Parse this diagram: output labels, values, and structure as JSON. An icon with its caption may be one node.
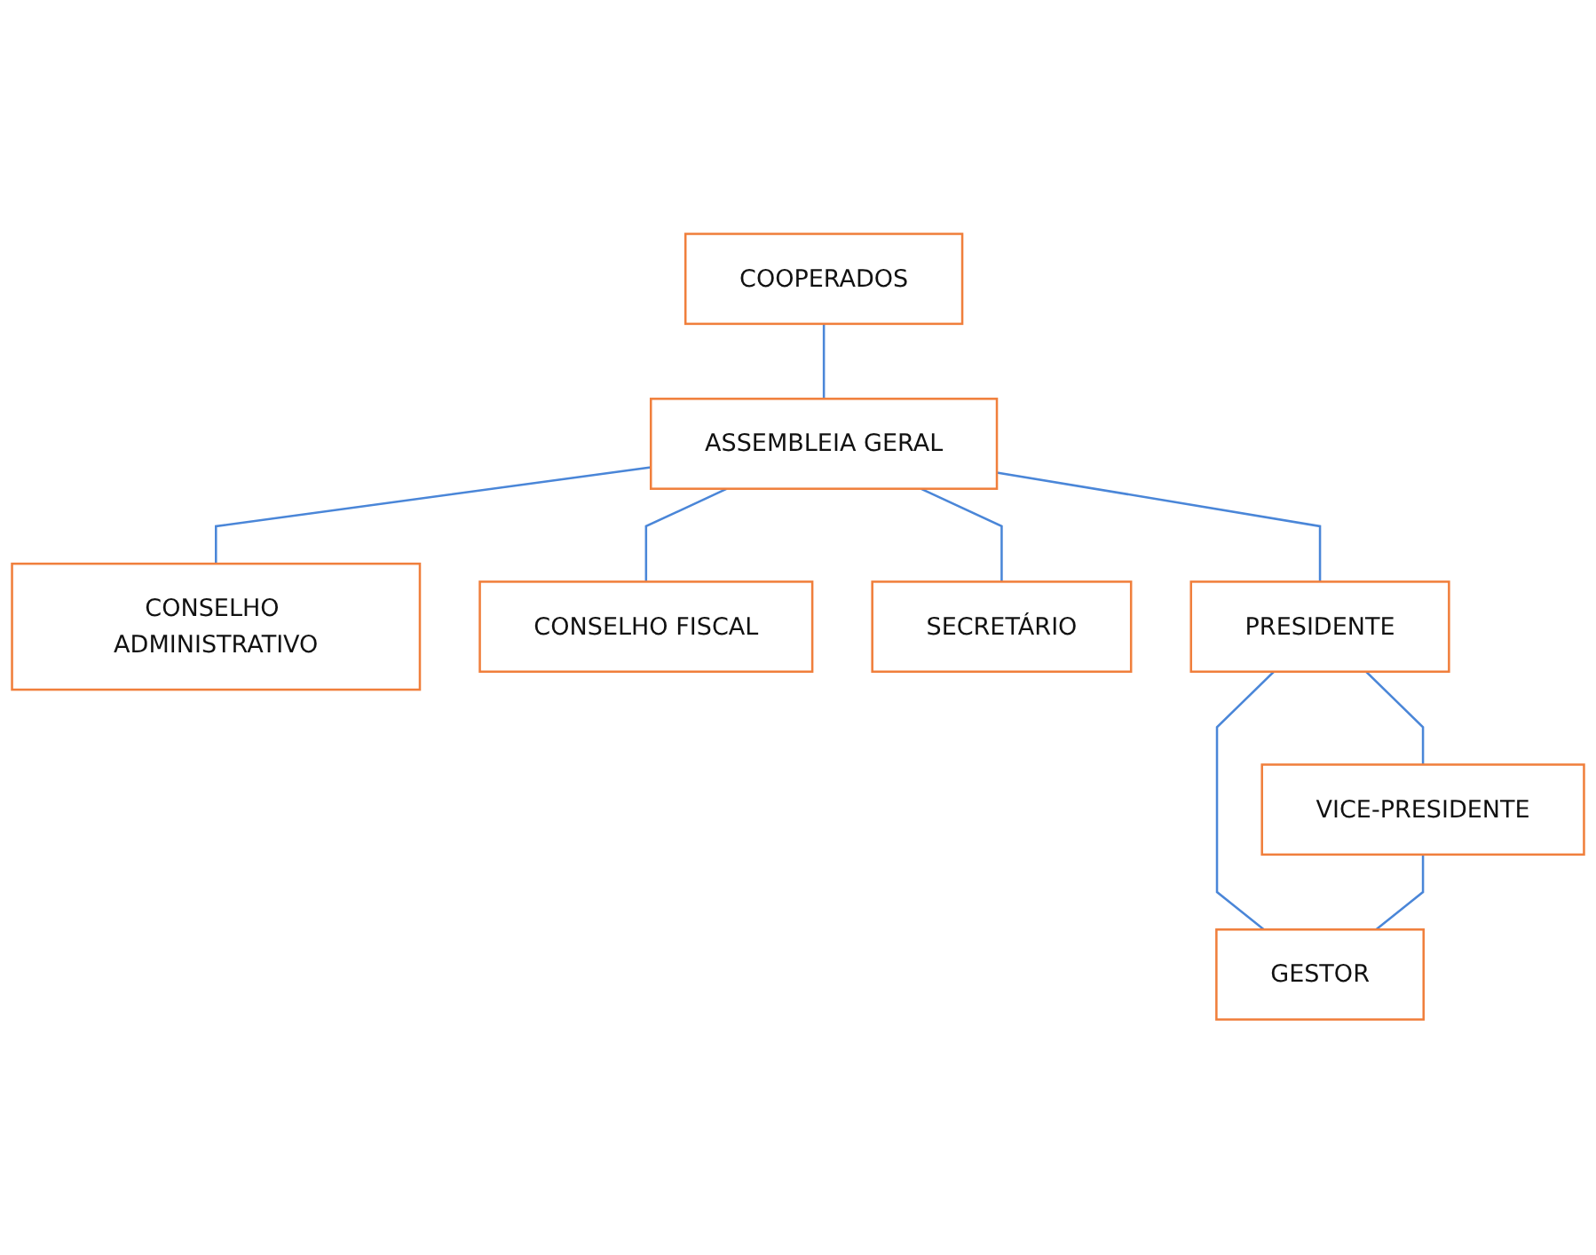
{
  "diagram": {
    "nodes": [
      {
        "text": [
          "COOPERADOS"
        ]
      },
      {
        "text": [
          "ASSEMBLEIA GERAL"
        ]
      },
      {
        "text": [
          "CONSELHO ADMINISTRATIVO"
        ]
      },
      {
        "text": [
          "CONSELHO FISCAL"
        ]
      },
      {
        "text": [
          "SECRETÁRIO"
        ]
      },
      {
        "text": [
          "PRESIDENTE"
        ]
      },
      {
        "text": [
          "VICE-PRESIDENTE"
        ]
      },
      {
        "text": [
          "GESTOR"
        ]
      }
    ],
    "edges": [
      {
        "from": 0,
        "to": 1,
        "arrow": "none"
      },
      {
        "from": 1,
        "to": 2,
        "arrow": "none"
      },
      {
        "from": 1,
        "to": 3,
        "arrow": "none"
      },
      {
        "from": 1,
        "to": 4,
        "arrow": "none"
      },
      {
        "from": 1,
        "to": 5,
        "arrow": "none"
      },
      {
        "from": 5,
        "to": 6,
        "arrow": "none"
      },
      {
        "from": 5,
        "to": 7,
        "arrow": "none"
      },
      {
        "from": 6,
        "to": 7,
        "arrow": "none"
      }
    ]
  }
}
